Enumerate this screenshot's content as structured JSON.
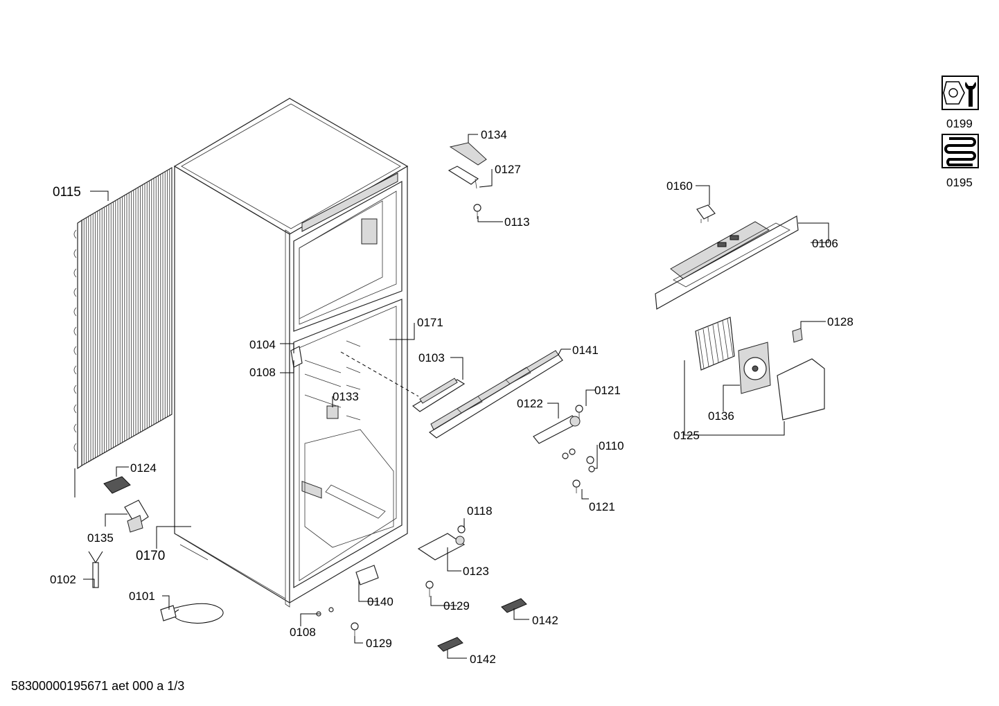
{
  "footer": {
    "document_code": "58300000195671 aet 000 a 1/3"
  },
  "symbols": {
    "tool": {
      "icon": "tools-icon",
      "label": "0199"
    },
    "coil": {
      "icon": "coil-icon",
      "label": "0195"
    }
  },
  "callouts": {
    "c0115": "0115",
    "c0134": "0134",
    "c0127": "0127",
    "c0113": "0113",
    "c0160": "0160",
    "c0106": "0106",
    "c0171": "0171",
    "c0104": "0104",
    "c0108a": "0108",
    "c0103": "0103",
    "c0141": "0141",
    "c0128": "0128",
    "c0133": "0133",
    "c0121a": "0121",
    "c0122": "0122",
    "c0125": "0125",
    "c0136": "0136",
    "c0110": "0110",
    "c0124": "0124",
    "c0121b": "0121",
    "c0135": "0135",
    "c0118": "0118",
    "c0170": "0170",
    "c0102": "0102",
    "c0123": "0123",
    "c0140": "0140",
    "c0101": "0101",
    "c0129a": "0129",
    "c0142a": "0142",
    "c0108b": "0108",
    "c0129b": "0129",
    "c0142b": "0142"
  }
}
